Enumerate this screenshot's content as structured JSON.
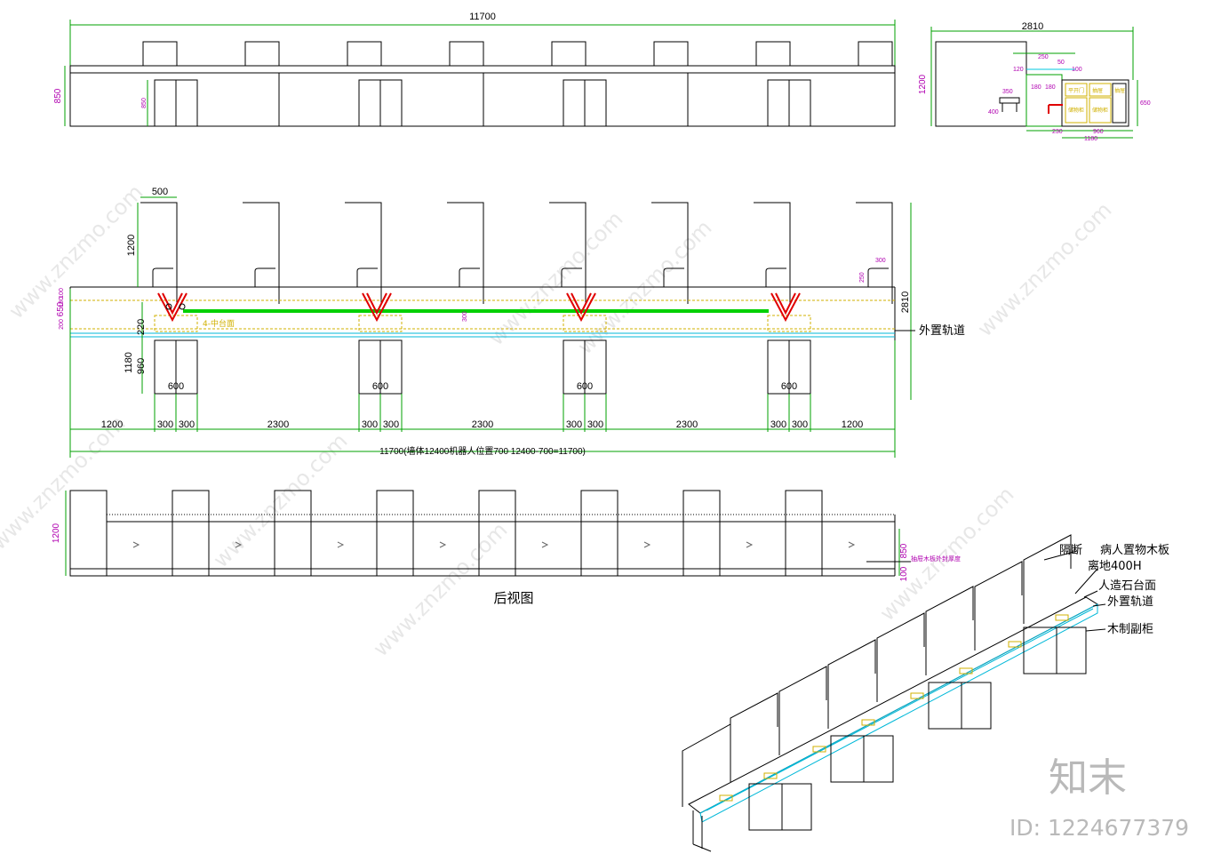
{
  "front_view": {
    "width_dim": "11700",
    "height_dim": "850",
    "inner_dim": "850"
  },
  "side_view": {
    "width_dim": "2810",
    "height_dim": "1200",
    "dims_small": [
      "250",
      "120",
      "50",
      "100",
      "180",
      "180",
      "350",
      "400",
      "650",
      "230",
      "960",
      "1180"
    ],
    "cabinet_labels": [
      "平开门",
      "抽屉",
      "抽屉",
      "储物柜",
      "储物柜"
    ]
  },
  "plan_view": {
    "top_dim": "500",
    "partition_height": "1200",
    "left_dims": [
      "650",
      "100",
      "180",
      "200",
      "220",
      "1180",
      "960"
    ],
    "right_small_dims": [
      "300",
      "250"
    ],
    "right_height": "2810",
    "mid_dim": "300",
    "yellow_label": "4-中台面",
    "cab_dims": [
      "600",
      "600",
      "600",
      "600"
    ],
    "bottom_dims": [
      "1200",
      "300",
      "300",
      "2300",
      "300",
      "300",
      "2300",
      "300",
      "300",
      "2300",
      "300",
      "300",
      "1200"
    ],
    "total_dim": "11700(墙体12400机器人位置700  12400-700=11700)",
    "rail_label": "外置轨道"
  },
  "rear_view": {
    "title": "后视图",
    "height_dim": "1200",
    "right_dims": [
      "850",
      "100"
    ],
    "note": "抽屉木板外封厚度"
  },
  "iso_view": {
    "labels": [
      "隔断",
      "病人置物木板",
      "离地400H",
      "人造石台面",
      "外置轨道",
      "木制副柜"
    ]
  },
  "watermark": {
    "text": "www.znzmo.com",
    "brand": "知末",
    "id": "ID: 1224677379"
  },
  "colors": {
    "line": "#000000",
    "dim": "#00a000",
    "dim_text_v": "#b000b0",
    "rail": "#00b8d8",
    "yellow": "#d0b000",
    "green": "#00d000",
    "red": "#e00000"
  }
}
